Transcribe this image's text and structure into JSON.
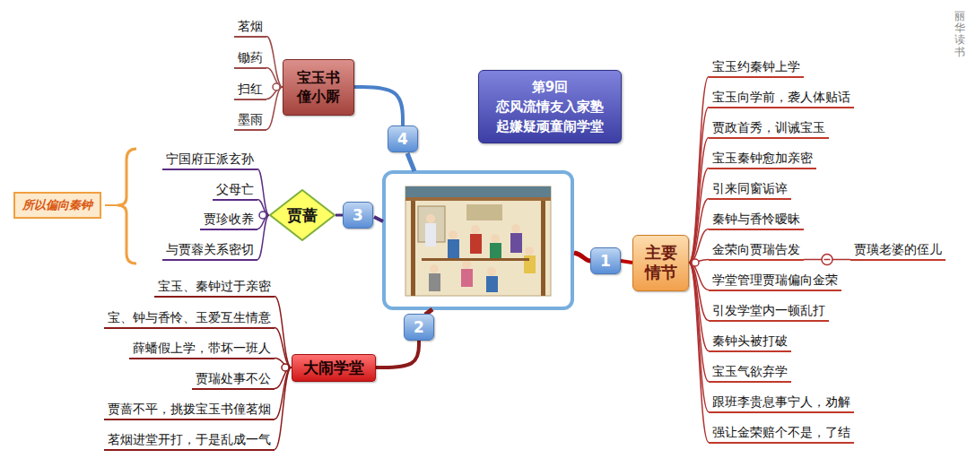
{
  "diagram": {
    "title": "第9回 恋风流情友入家塾 起嫌疑顽童闹学堂",
    "nodes": [
      {
        "text": [
          "1"
        ]
      },
      {
        "text": [
          "主要情节"
        ]
      },
      {
        "text": [
          "宝玉约秦钟上学"
        ]
      },
      {
        "text": [
          "宝玉向学前，袭人体贴话"
        ]
      },
      {
        "text": [
          "贾政首秀，训诫宝玉"
        ]
      },
      {
        "text": [
          "宝玉秦钟愈加亲密"
        ]
      },
      {
        "text": [
          "引来同窗诟谇"
        ]
      },
      {
        "text": [
          "秦钟与香怜暧昧"
        ]
      },
      {
        "text": [
          "金荣向贾瑞告发"
        ]
      },
      {
        "text": [
          "学堂管理贾瑞偏向金荣"
        ]
      },
      {
        "text": [
          "引发学堂内一顿乱打"
        ]
      },
      {
        "text": [
          "秦钟头被打破"
        ]
      },
      {
        "text": [
          "宝玉气欲弃学"
        ]
      },
      {
        "text": [
          "跟班李贵息事宁人，劝解"
        ]
      },
      {
        "text": [
          "强让金荣赔个不是，了结"
        ]
      },
      {
        "text": [
          "贾璜老婆的侄儿"
        ]
      },
      {
        "text": [
          "2"
        ]
      },
      {
        "text": [
          "大闹学堂"
        ]
      },
      {
        "text": [
          "宝玉、秦钟过于亲密"
        ]
      },
      {
        "text": [
          "宝、钟与香怜、玉爱互生情意"
        ]
      },
      {
        "text": [
          "薛蟠假上学，带坏一班人"
        ]
      },
      {
        "text": [
          "贾瑞处事不公"
        ]
      },
      {
        "text": [
          "贾蔷不平，挑拨宝玉书僮茗烟"
        ]
      },
      {
        "text": [
          "茗烟进堂开打，于是乱成一气"
        ]
      },
      {
        "text": [
          "3"
        ]
      },
      {
        "text": [
          "贾蔷"
        ]
      },
      {
        "text": [
          "宁国府正派玄孙"
        ]
      },
      {
        "text": [
          "父母亡"
        ]
      },
      {
        "text": [
          "贾珍收养"
        ]
      },
      {
        "text": [
          "与贾蓉关系密切"
        ]
      },
      {
        "text": [
          "所以偏向秦钟"
        ]
      },
      {
        "text": [
          "4"
        ]
      },
      {
        "text": [
          "宝玉书僮小厮"
        ]
      },
      {
        "text": [
          "茗烟"
        ]
      },
      {
        "text": [
          "锄药"
        ]
      },
      {
        "text": [
          "扫红"
        ]
      },
      {
        "text": [
          "墨雨"
        ]
      }
    ],
    "edges": [
      {
        "from": 0,
        "to": 1,
        "arrow": "none"
      },
      {
        "from": 1,
        "to": 2,
        "arrow": "none"
      },
      {
        "from": 1,
        "to": 3,
        "arrow": "none"
      },
      {
        "from": 1,
        "to": 4,
        "arrow": "none"
      },
      {
        "from": 1,
        "to": 5,
        "arrow": "none"
      },
      {
        "from": 1,
        "to": 6,
        "arrow": "none"
      },
      {
        "from": 1,
        "to": 7,
        "arrow": "none"
      },
      {
        "from": 1,
        "to": 8,
        "arrow": "none"
      },
      {
        "from": 1,
        "to": 9,
        "arrow": "none"
      },
      {
        "from": 1,
        "to": 10,
        "arrow": "none"
      },
      {
        "from": 1,
        "to": 11,
        "arrow": "none"
      },
      {
        "from": 1,
        "to": 12,
        "arrow": "none"
      },
      {
        "from": 1,
        "to": 13,
        "arrow": "none"
      },
      {
        "from": 1,
        "to": 14,
        "arrow": "none"
      },
      {
        "from": 8,
        "to": 15,
        "arrow": "none"
      },
      {
        "from": 16,
        "to": 17,
        "arrow": "none"
      },
      {
        "from": 17,
        "to": 18,
        "arrow": "none"
      },
      {
        "from": 17,
        "to": 19,
        "arrow": "none"
      },
      {
        "from": 17,
        "to": 20,
        "arrow": "none"
      },
      {
        "from": 17,
        "to": 21,
        "arrow": "none"
      },
      {
        "from": 17,
        "to": 22,
        "arrow": "none"
      },
      {
        "from": 17,
        "to": 23,
        "arrow": "none"
      },
      {
        "from": 24,
        "to": 25,
        "arrow": "none"
      },
      {
        "from": 25,
        "to": 26,
        "arrow": "none"
      },
      {
        "from": 25,
        "to": 27,
        "arrow": "none"
      },
      {
        "from": 25,
        "to": 28,
        "arrow": "none"
      },
      {
        "from": 25,
        "to": 29,
        "arrow": "none"
      },
      {
        "from": 31,
        "to": 32,
        "arrow": "none"
      },
      {
        "from": 32,
        "to": 33,
        "arrow": "none"
      },
      {
        "from": 32,
        "to": 34,
        "arrow": "none"
      },
      {
        "from": 32,
        "to": 35,
        "arrow": "none"
      },
      {
        "from": 32,
        "to": 36,
        "arrow": "none"
      }
    ],
    "labels": [
      "丽华读书"
    ]
  }
}
